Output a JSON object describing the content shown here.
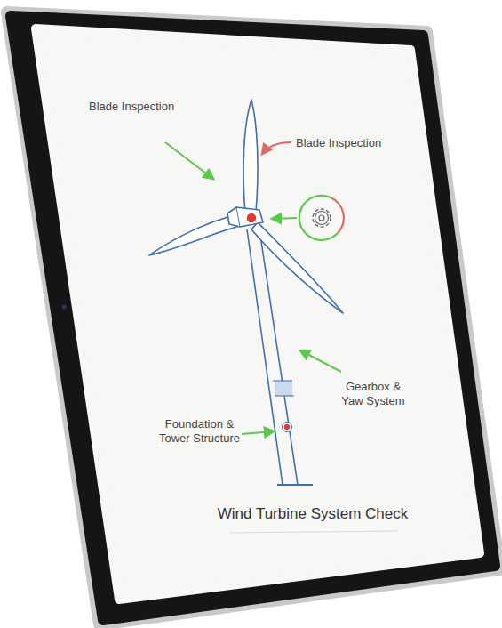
{
  "diagram": {
    "title": "Wind Turbine System Check",
    "labels": [
      "Blade Inspection",
      "Blade Inspection",
      "Gearbox & Yaw System",
      "Foundation & Tower Structure"
    ]
  }
}
